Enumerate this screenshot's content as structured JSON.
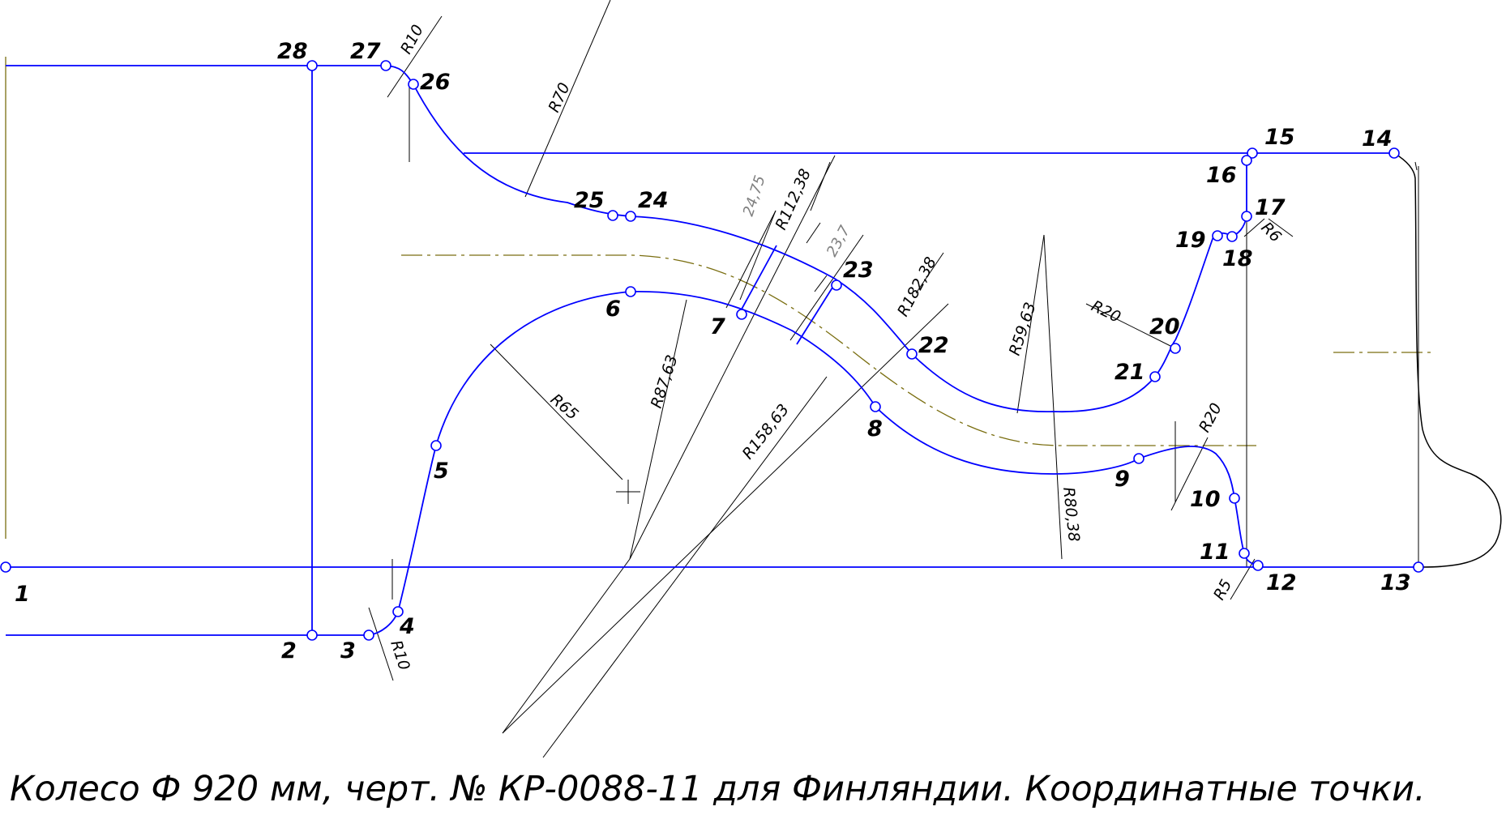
{
  "colors": {
    "profile": "#0000ff",
    "dimension": "#000000",
    "centerline": "#7a6e10",
    "gray_text": "#808080",
    "background": "#ffffff"
  },
  "caption": "Колесо Ф 920 мм, черт. № КР-0088-11 для Финляндии. Координатные точки.",
  "points": [
    {
      "label": "1"
    },
    {
      "label": "2"
    },
    {
      "label": "3"
    },
    {
      "label": "4"
    },
    {
      "label": "5"
    },
    {
      "label": "6"
    },
    {
      "label": "7"
    },
    {
      "label": "8"
    },
    {
      "label": "9"
    },
    {
      "label": "10"
    },
    {
      "label": "11"
    },
    {
      "label": "12"
    },
    {
      "label": "13"
    },
    {
      "label": "14"
    },
    {
      "label": "15"
    },
    {
      "label": "16"
    },
    {
      "label": "17"
    },
    {
      "label": "18"
    },
    {
      "label": "19"
    },
    {
      "label": "20"
    },
    {
      "label": "21"
    },
    {
      "label": "22"
    },
    {
      "label": "23"
    },
    {
      "label": "24"
    },
    {
      "label": "25"
    },
    {
      "label": "26"
    },
    {
      "label": "27"
    },
    {
      "label": "28"
    }
  ],
  "dimensions": [
    {
      "label": "R10"
    },
    {
      "label": "R70"
    },
    {
      "label": "R112,38"
    },
    {
      "label": "R182,38"
    },
    {
      "label": "R59,63"
    },
    {
      "label": "R20"
    },
    {
      "label": "R6"
    },
    {
      "label": "R65"
    },
    {
      "label": "R87,63"
    },
    {
      "label": "R158,63"
    },
    {
      "label": "R80,38"
    },
    {
      "label": "R20"
    },
    {
      "label": "R5"
    },
    {
      "label": "R10"
    }
  ],
  "gray_dimensions": [
    {
      "label": "24,75"
    },
    {
      "label": "23,7"
    }
  ]
}
